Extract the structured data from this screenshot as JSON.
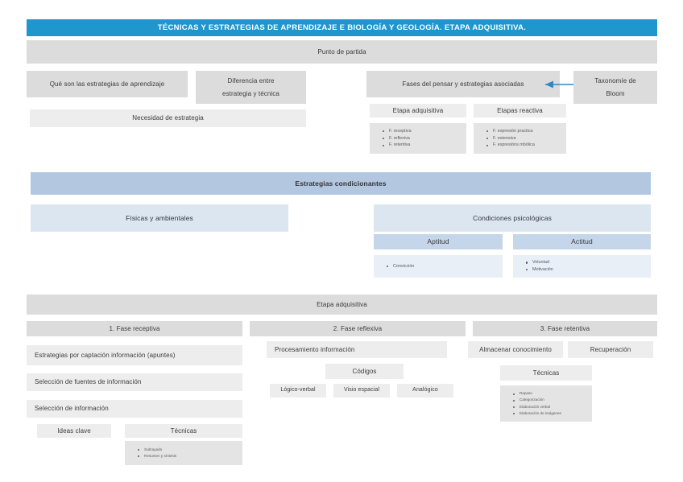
{
  "document": {
    "title": "TÉCNICAS Y ESTRATEGIAS DE APRENDIZAJE E BIOLOGÍA Y GEOLOGÍA. ETAPA ADQUISITIVA.",
    "accent_color": "#1f96cc",
    "band_color": "#b4c7e0",
    "gray_color": "#dcdcdc"
  },
  "section_start": {
    "heading": "Punto de partida",
    "boxes": {
      "what_are_strategies": "Qué son las estrategias de aprendizaje",
      "difference_line1": "Diferencia entre",
      "difference_line2": "estrategia y técnica",
      "need_strategy": "Necesidad de estrategia",
      "thinking_phases": "Fases del pensar y estrategias asociadas",
      "bloom_line1": "Taxonomíe de",
      "bloom_line2": "Bloom",
      "acquisitive_stage": "Etapa adquisitiva",
      "reactive_stages": "Etapas reactiva"
    },
    "acquisitive_list": [
      "F. receptiva",
      "F. reflexiva",
      "F. retentiva"
    ],
    "reactive_list": [
      "F. expresión practica",
      "F. extensiva",
      "F. expresións mbólica"
    ]
  },
  "section_conditioning": {
    "heading": "Estrategias condicionantes",
    "physical": "Físicas y ambientales",
    "psychological": "Condiciones psicológicas",
    "aptitude": "Aptitud",
    "attitude": "Actitud",
    "aptitude_list": [
      "Convicción"
    ],
    "attitude_list": [
      "Voluntad",
      "Motivación"
    ]
  },
  "section_acquisitive": {
    "heading": "Etapa adquisitiva",
    "phase1": {
      "title": "1. Fase receptiva",
      "capture": "Estrategias por captación información (apuntes)",
      "sources": "Selección de fuentes de información",
      "selection": "Selección de información",
      "key_ideas": "Ideas clave",
      "techniques": "Técnicas",
      "techniques_list": [
        "Subrayado",
        "Resumen y síntesis"
      ]
    },
    "phase2": {
      "title": "2. Fase reflexiva",
      "processing": "Procesamiento información",
      "codes": "Códigos",
      "code_items": [
        "Lógico-verbal",
        "Visio espacial",
        "Analógico"
      ]
    },
    "phase3": {
      "title": "3. Fase retentiva",
      "store": "Almacenar conocimiento",
      "recover": "Recuperación",
      "techniques": "Técnicas",
      "techniques_list": [
        "Repaso",
        "Categorización",
        "Elaboración verbal",
        "Elaboración de imágenes"
      ]
    }
  }
}
